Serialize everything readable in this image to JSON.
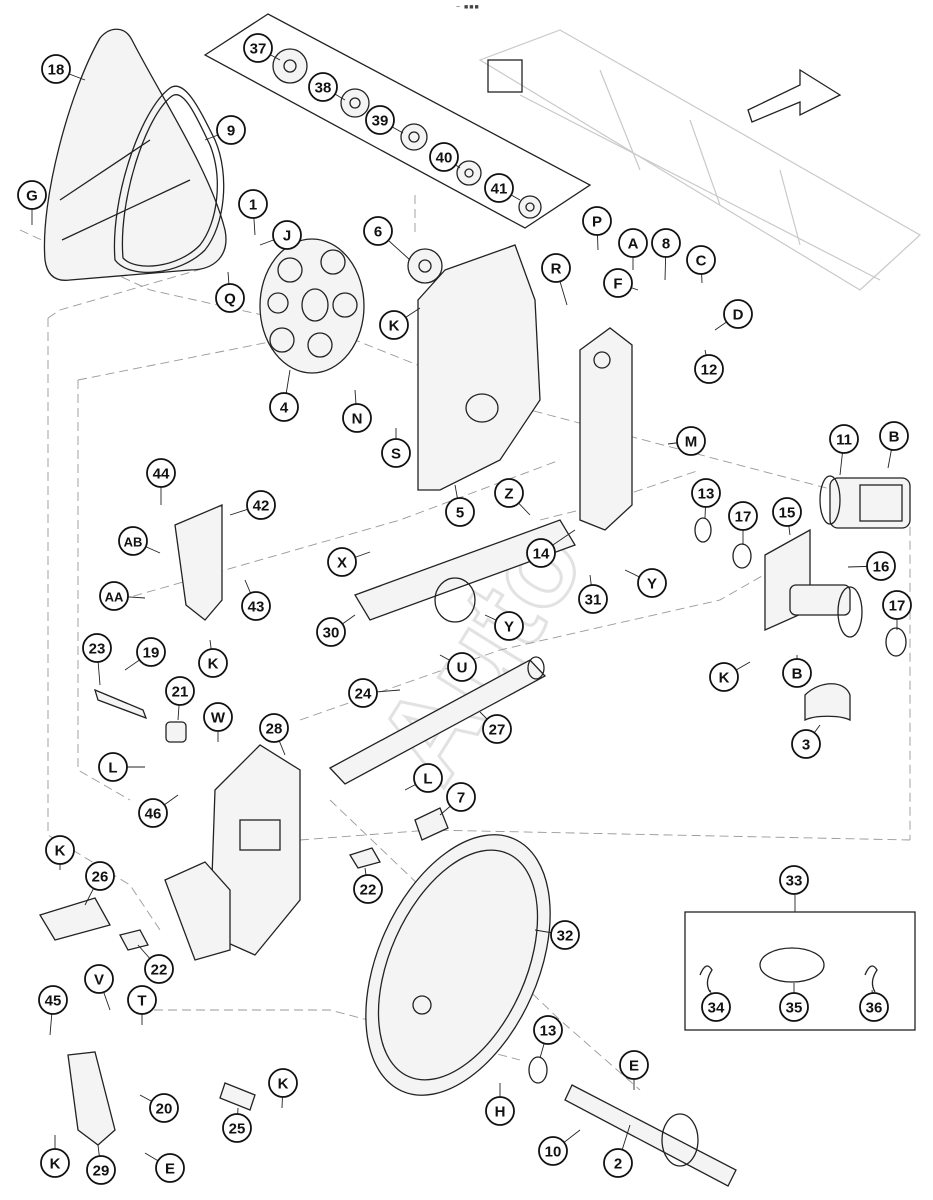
{
  "callouts": [
    {
      "label": "1"
    },
    {
      "label": "2"
    },
    {
      "label": "3"
    },
    {
      "label": "4"
    },
    {
      "label": "5"
    },
    {
      "label": "6"
    },
    {
      "label": "7"
    },
    {
      "label": "8"
    },
    {
      "label": "9"
    },
    {
      "label": "10"
    },
    {
      "label": "11"
    },
    {
      "label": "12"
    },
    {
      "label": "13"
    },
    {
      "label": "13"
    },
    {
      "label": "14"
    },
    {
      "label": "15"
    },
    {
      "label": "16"
    },
    {
      "label": "17"
    },
    {
      "label": "17"
    },
    {
      "label": "18"
    },
    {
      "label": "19"
    },
    {
      "label": "20"
    },
    {
      "label": "21"
    },
    {
      "label": "22"
    },
    {
      "label": "22"
    },
    {
      "label": "23"
    },
    {
      "label": "24"
    },
    {
      "label": "25"
    },
    {
      "label": "26"
    },
    {
      "label": "27"
    },
    {
      "label": "28"
    },
    {
      "label": "29"
    },
    {
      "label": "30"
    },
    {
      "label": "31"
    },
    {
      "label": "32"
    },
    {
      "label": "33"
    },
    {
      "label": "34"
    },
    {
      "label": "35"
    },
    {
      "label": "36"
    },
    {
      "label": "37"
    },
    {
      "label": "38"
    },
    {
      "label": "39"
    },
    {
      "label": "40"
    },
    {
      "label": "41"
    },
    {
      "label": "42"
    },
    {
      "label": "43"
    },
    {
      "label": "44"
    },
    {
      "label": "45"
    },
    {
      "label": "46"
    },
    {
      "label": "A"
    },
    {
      "label": "AA"
    },
    {
      "label": "AB"
    },
    {
      "label": "B"
    },
    {
      "label": "B"
    },
    {
      "label": "C"
    },
    {
      "label": "D"
    },
    {
      "label": "E"
    },
    {
      "label": "E"
    },
    {
      "label": "F"
    },
    {
      "label": "G"
    },
    {
      "label": "H"
    },
    {
      "label": "J"
    },
    {
      "label": "K"
    },
    {
      "label": "K"
    },
    {
      "label": "K"
    },
    {
      "label": "K"
    },
    {
      "label": "K"
    },
    {
      "label": "K"
    },
    {
      "label": "L"
    },
    {
      "label": "L"
    },
    {
      "label": "M"
    },
    {
      "label": "N"
    },
    {
      "label": "P"
    },
    {
      "label": "Q"
    },
    {
      "label": "R"
    },
    {
      "label": "S"
    },
    {
      "label": "T"
    },
    {
      "label": "U"
    },
    {
      "label": "V"
    },
    {
      "label": "W"
    },
    {
      "label": "X"
    },
    {
      "label": "Y"
    },
    {
      "label": "Y"
    },
    {
      "label": "Z"
    }
  ],
  "header_mark": "~ ■■■",
  "watermark": "Auto"
}
